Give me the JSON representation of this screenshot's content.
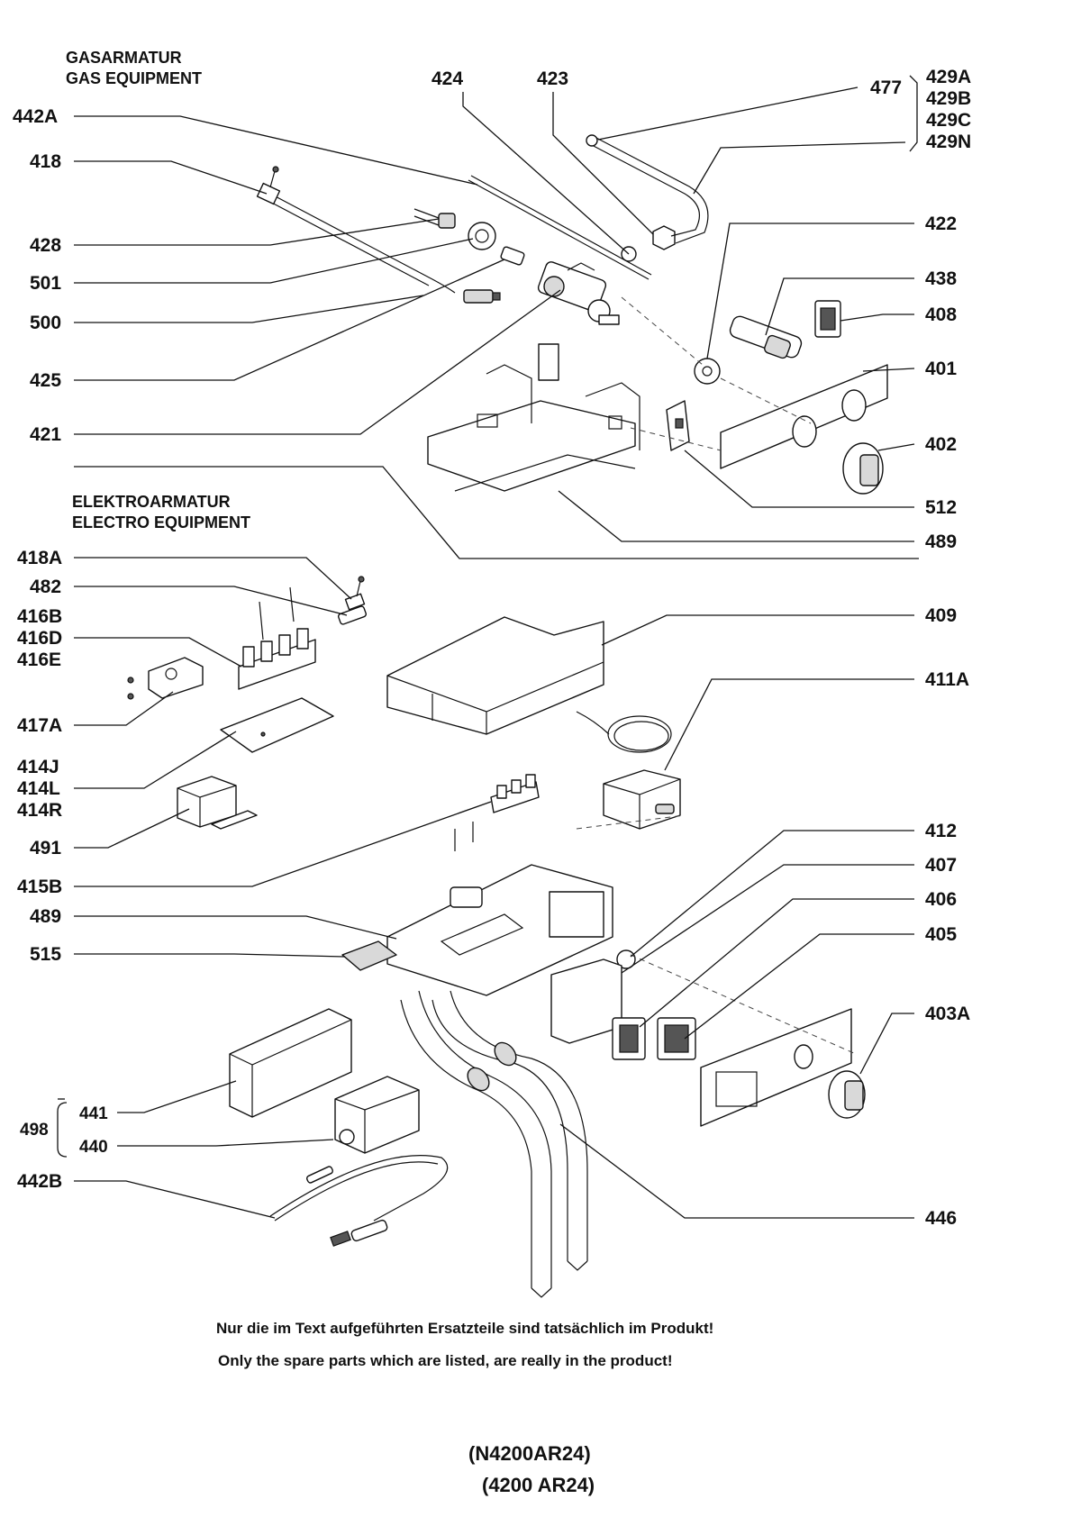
{
  "sections": {
    "gas_de": "GASARMATUR",
    "gas_en": "GAS EQUIPMENT",
    "electro_de": "ELEKTROARMATUR",
    "electro_en": "ELECTRO EQUIPMENT"
  },
  "callouts": {
    "p442A": "442A",
    "p418": "418",
    "p428": "428",
    "p501": "501",
    "p500": "500",
    "p425": "425",
    "p421": "421",
    "p424": "424",
    "p423": "423",
    "p477": "477",
    "p429A": "429A",
    "p429B": "429B",
    "p429C": "429C",
    "p429N": "429N",
    "p422": "422",
    "p438": "438",
    "p408": "408",
    "p401": "401",
    "p402": "402",
    "p512": "512",
    "p489a": "489",
    "p418A": "418A",
    "p482": "482",
    "p416B": "416B",
    "p416D": "416D",
    "p416E": "416E",
    "p417A": "417A",
    "p414J": "414J",
    "p414L": "414L",
    "p414R": "414R",
    "p491": "491",
    "p415B": "415B",
    "p489b": "489",
    "p515": "515",
    "p498": "498",
    "p441": "441",
    "p440": "440",
    "p442B": "442B",
    "p409": "409",
    "p411A": "411A",
    "p412": "412",
    "p407": "407",
    "p406": "406",
    "p405": "405",
    "p403A": "403A",
    "p446": "446"
  },
  "notes": {
    "de": "Nur die im Text aufgeführten Ersatzteile sind tatsächlich im Produkt!",
    "en": "Only the spare parts which are listed, are really in the product!"
  },
  "model": {
    "code": "(N4200AR24)",
    "alt": "(4200 AR24)"
  }
}
